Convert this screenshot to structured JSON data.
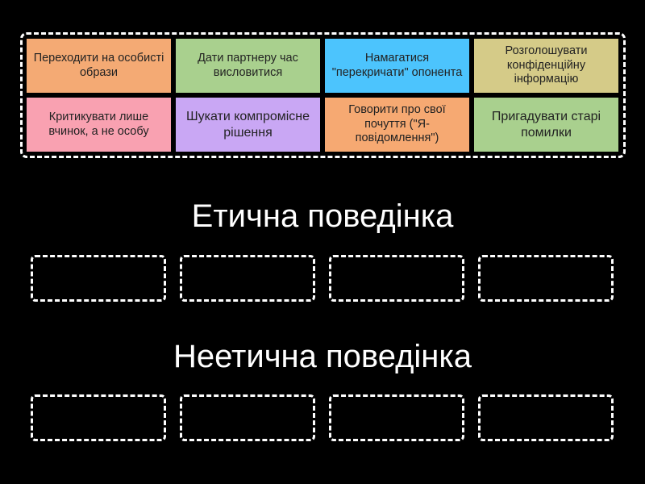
{
  "tiles": [
    {
      "text": "Переходити на особисті образи",
      "color": "#f4aa74"
    },
    {
      "text": "Дати партнеру час висловитися",
      "color": "#a9d08e"
    },
    {
      "text": "Намагатися \"перекричати\" опонента",
      "color": "#4cc4fd"
    },
    {
      "text": "Розголошувати конфіденційну інформацію",
      "color": "#d5cb88"
    },
    {
      "text": "Критикувати лише вчинок, а не особу",
      "color": "#f9a1b1"
    },
    {
      "text": "Шукати компромісне рішення",
      "color": "#c9a7f4"
    },
    {
      "text": "Говорити про свої почуття (\"Я-повідомлення\")",
      "color": "#f6a972"
    },
    {
      "text": "Пригадувати старі помилки",
      "color": "#a9d08e"
    }
  ],
  "groups": [
    {
      "title": "Етична поведінка"
    },
    {
      "title": "Неетична поведінка"
    }
  ]
}
